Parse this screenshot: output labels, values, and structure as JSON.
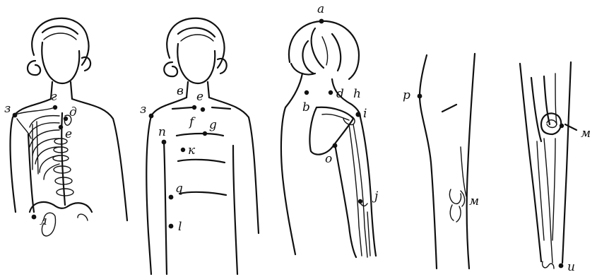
{
  "figures": [
    {
      "id": "front-skeleton",
      "labels": [
        {
          "text": "з"
        },
        {
          "text": "г"
        },
        {
          "text": "д"
        },
        {
          "text": "е"
        },
        {
          "text": "л"
        }
      ]
    },
    {
      "id": "front-chest",
      "labels": [
        {
          "text": "в"
        },
        {
          "text": "е"
        },
        {
          "text": "з"
        },
        {
          "text": "f"
        },
        {
          "text": "g"
        },
        {
          "text": "n"
        },
        {
          "text": "к"
        },
        {
          "text": "q"
        },
        {
          "text": "l"
        }
      ]
    },
    {
      "id": "back-shoulder",
      "labels": [
        {
          "text": "a"
        },
        {
          "text": "b"
        },
        {
          "text": "d"
        },
        {
          "text": "h"
        },
        {
          "text": "i"
        },
        {
          "text": "o"
        },
        {
          "text": "j"
        }
      ]
    },
    {
      "id": "leg-side",
      "labels": [
        {
          "text": "p"
        },
        {
          "text": "м"
        }
      ]
    },
    {
      "id": "leg-front",
      "labels": [
        {
          "text": "м"
        },
        {
          "text": "u"
        }
      ]
    }
  ]
}
